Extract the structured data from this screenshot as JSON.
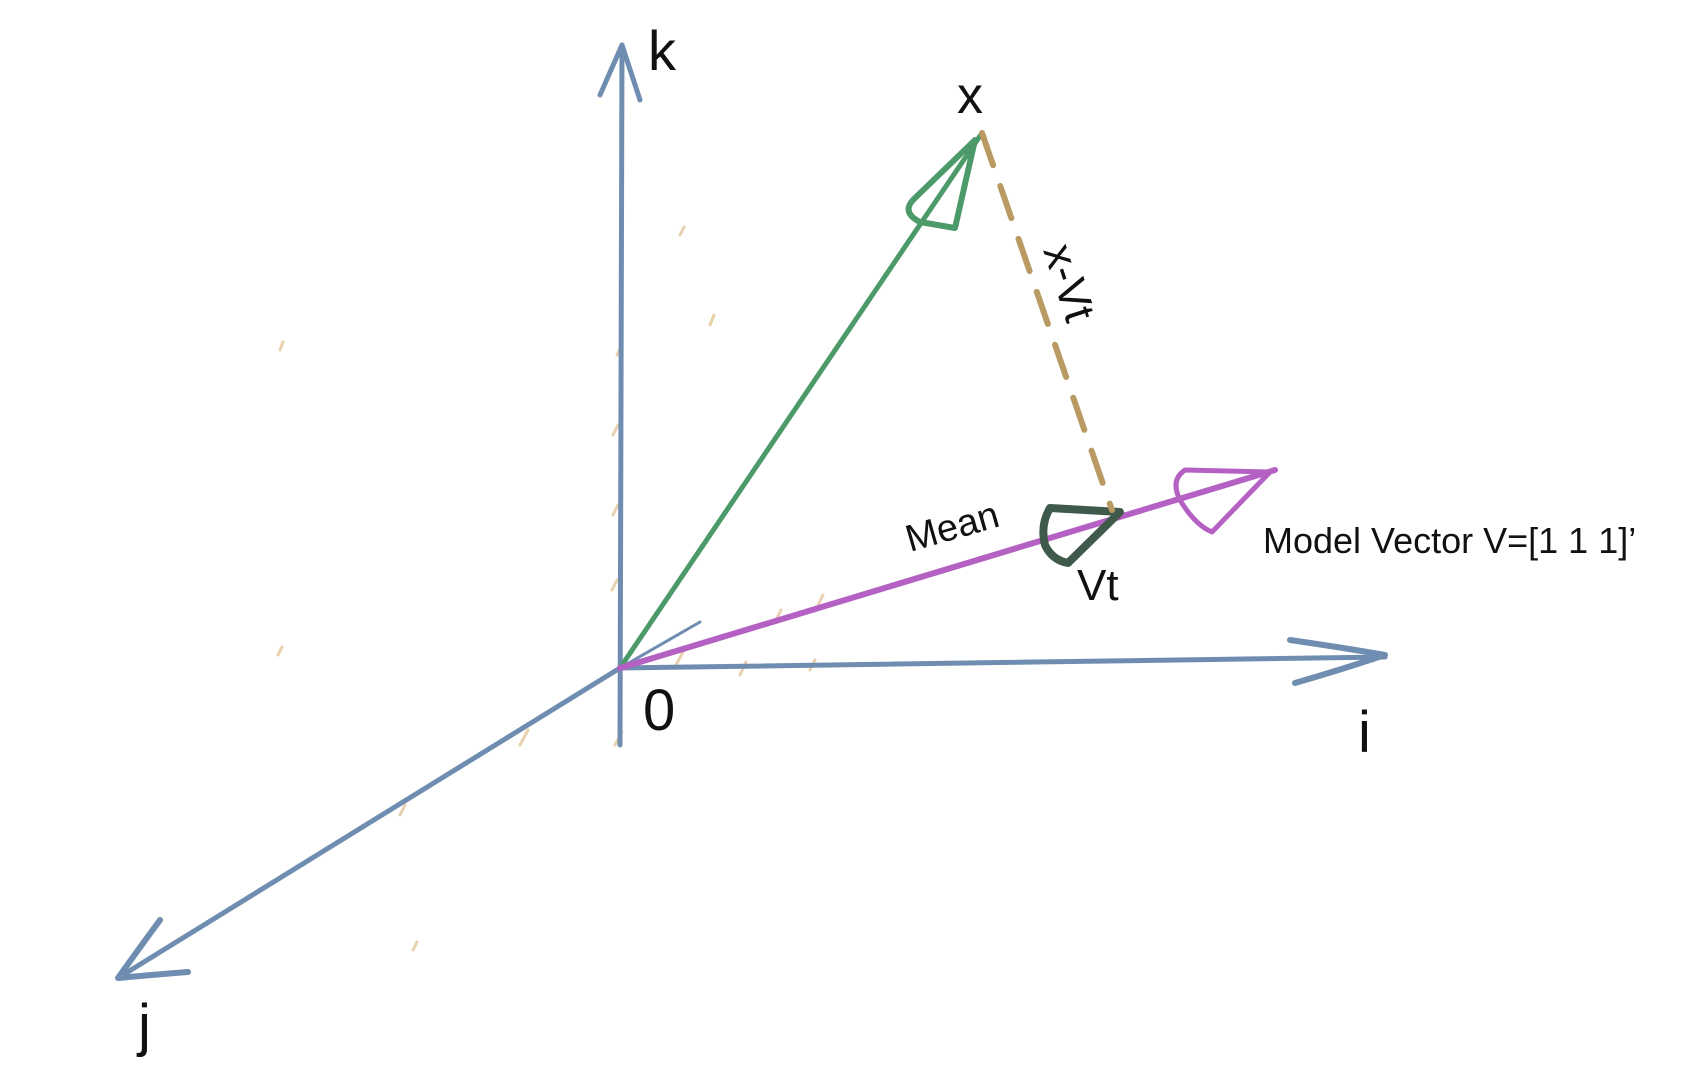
{
  "labels": {
    "axis_k": "k",
    "axis_i": "i",
    "axis_j": "j",
    "origin": "0",
    "vector_x": "x",
    "residual": "x-Vt",
    "projection": "Vt",
    "mean": "Mean",
    "model_vector": "Model Vector V=[1 1 1]’"
  },
  "colors": {
    "axis": "#6f8db0",
    "x_vector": "#4c9a6a",
    "model_vector": "#b561c4",
    "residual": "#b89a62",
    "projection_head": "#3f5a4a",
    "tick": "#d9b37a"
  }
}
